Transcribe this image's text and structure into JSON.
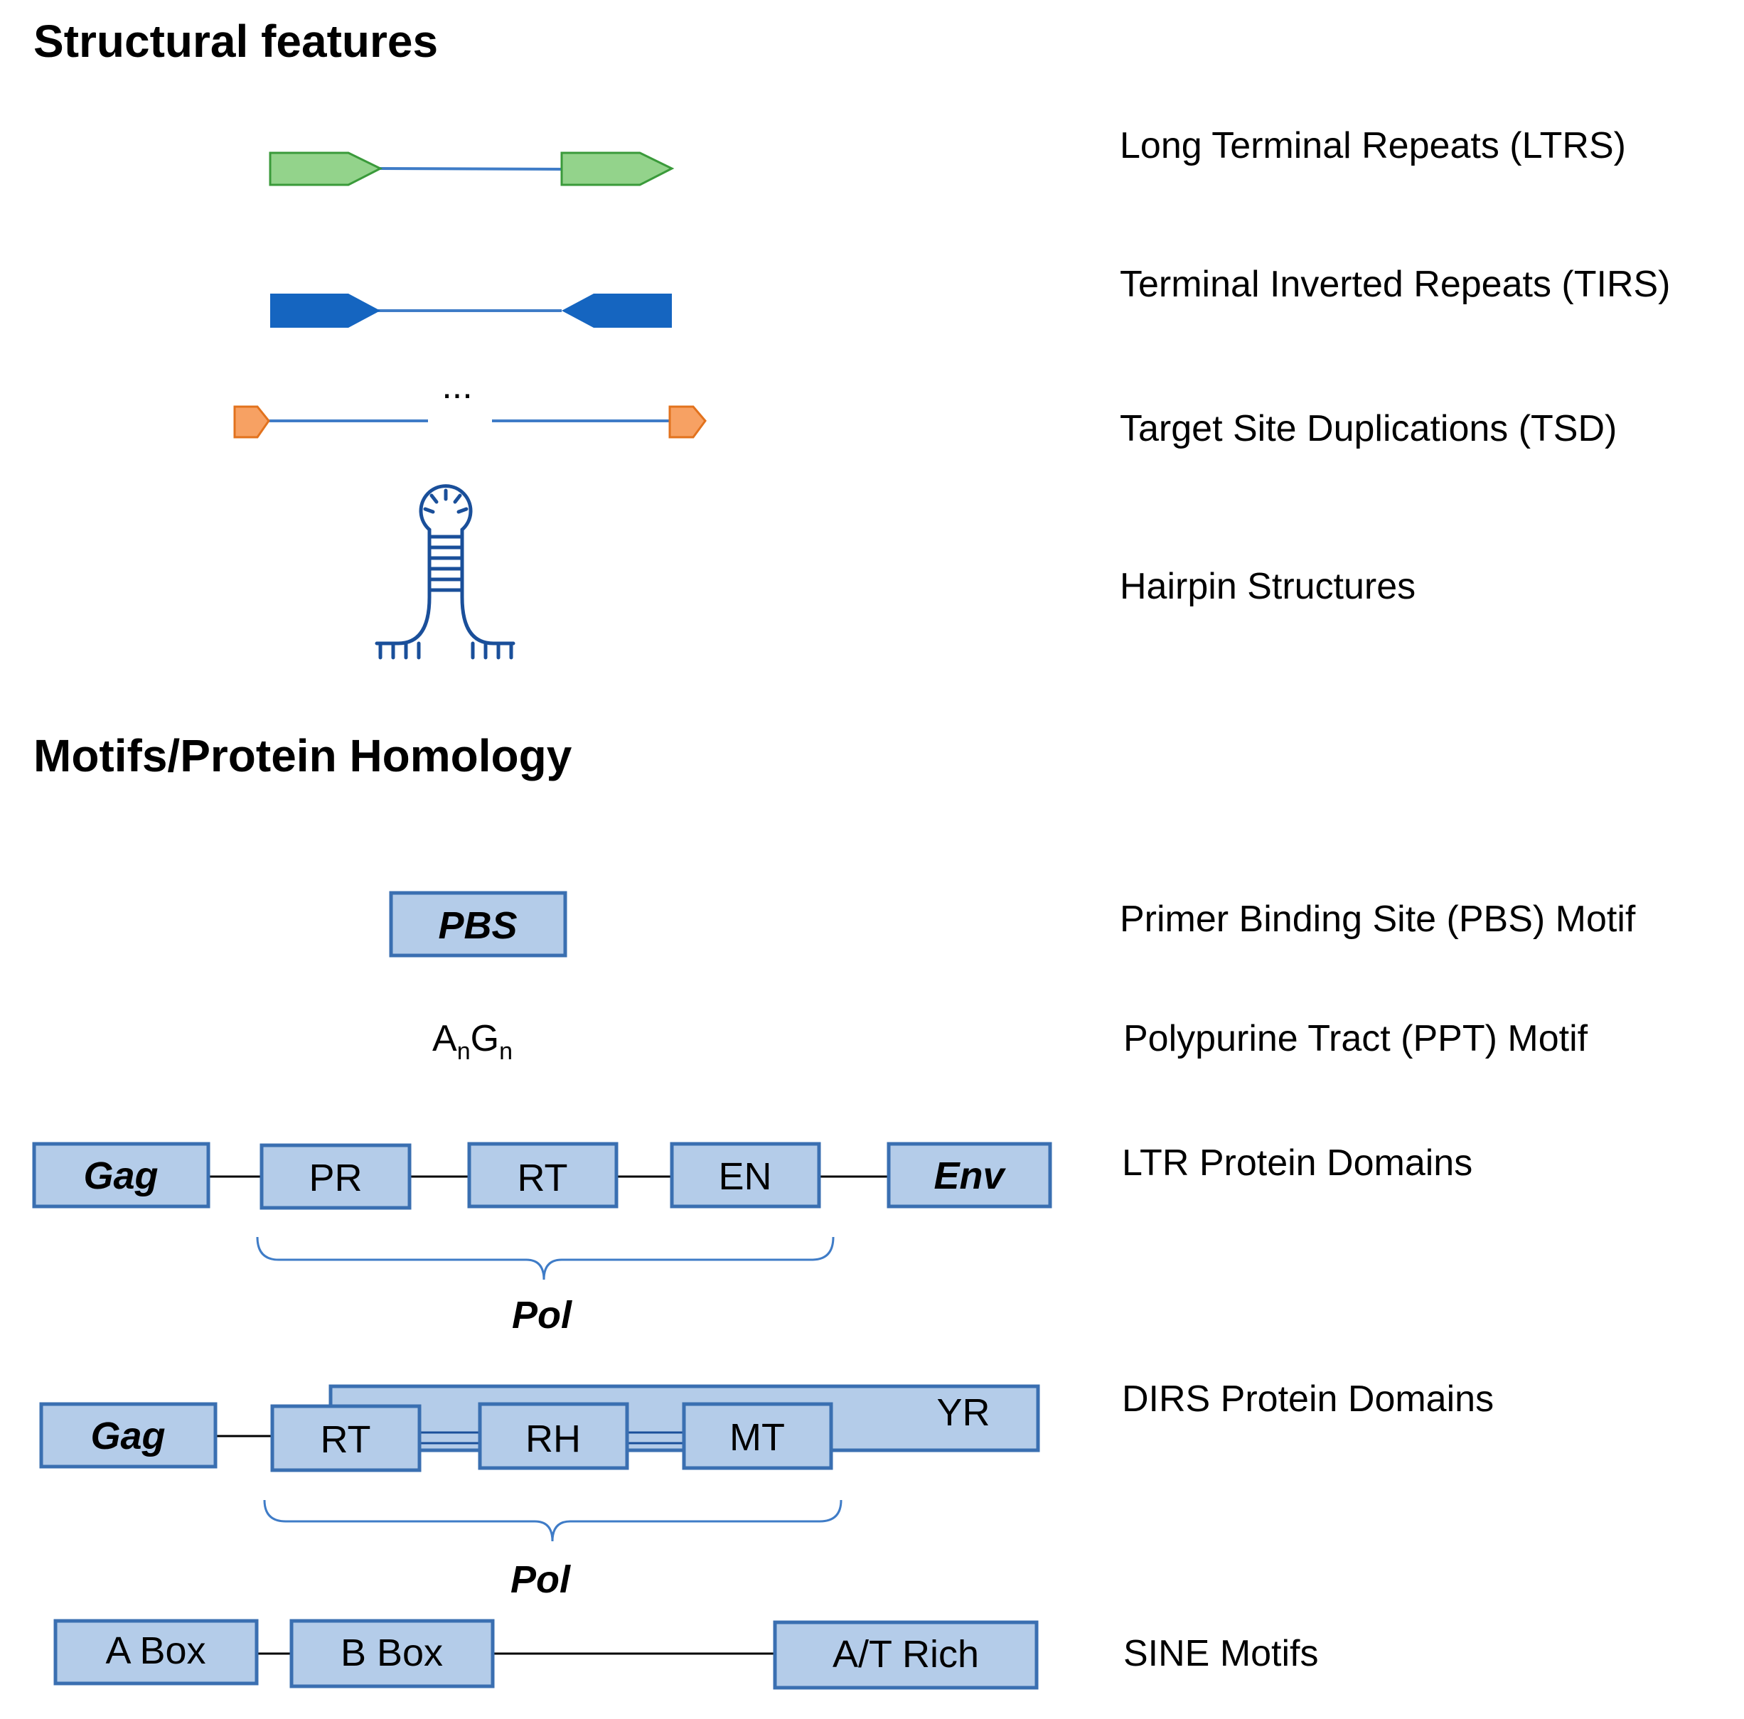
{
  "headings": {
    "structural": "Structural features",
    "motifs": "Motifs/Protein Homology"
  },
  "structural_labels": {
    "ltr": "Long Terminal Repeats (LTRS)",
    "tir": "Terminal Inverted Repeats (TIRS)",
    "tsd": "Target Site Duplications (TSD)",
    "hairpin": "Hairpin Structures"
  },
  "tsd_ellipsis": "...",
  "motif_labels": {
    "pbs": "Primer Binding Site (PBS) Motif",
    "ppt": "Polypurine Tract (PPT) Motif",
    "ltr_domains": "LTR Protein Domains",
    "dirs_domains": "DIRS Protein Domains",
    "sine": "SINE Motifs"
  },
  "pbs_box": "PBS",
  "ppt": {
    "a": "A",
    "g": "G",
    "sub": "n"
  },
  "ltr_domains": [
    "Gag",
    "PR",
    "RT",
    "EN",
    "Env"
  ],
  "ltr_pol": "Pol",
  "dirs_domains": {
    "gag": "Gag",
    "rt": "RT",
    "rh": "RH",
    "mt": "MT",
    "yr": "YR"
  },
  "dirs_pol": "Pol",
  "sine_motifs": [
    "A Box",
    "B Box",
    "A/T Rich"
  ],
  "colors": {
    "ltr_green": "#93d38b",
    "tir_blue": "#1565c0",
    "tsd_orange": "#f7a163",
    "line_blue": "#3f7cc7",
    "box_fill": "#b4cce9",
    "box_stroke": "#3a6fb1"
  }
}
